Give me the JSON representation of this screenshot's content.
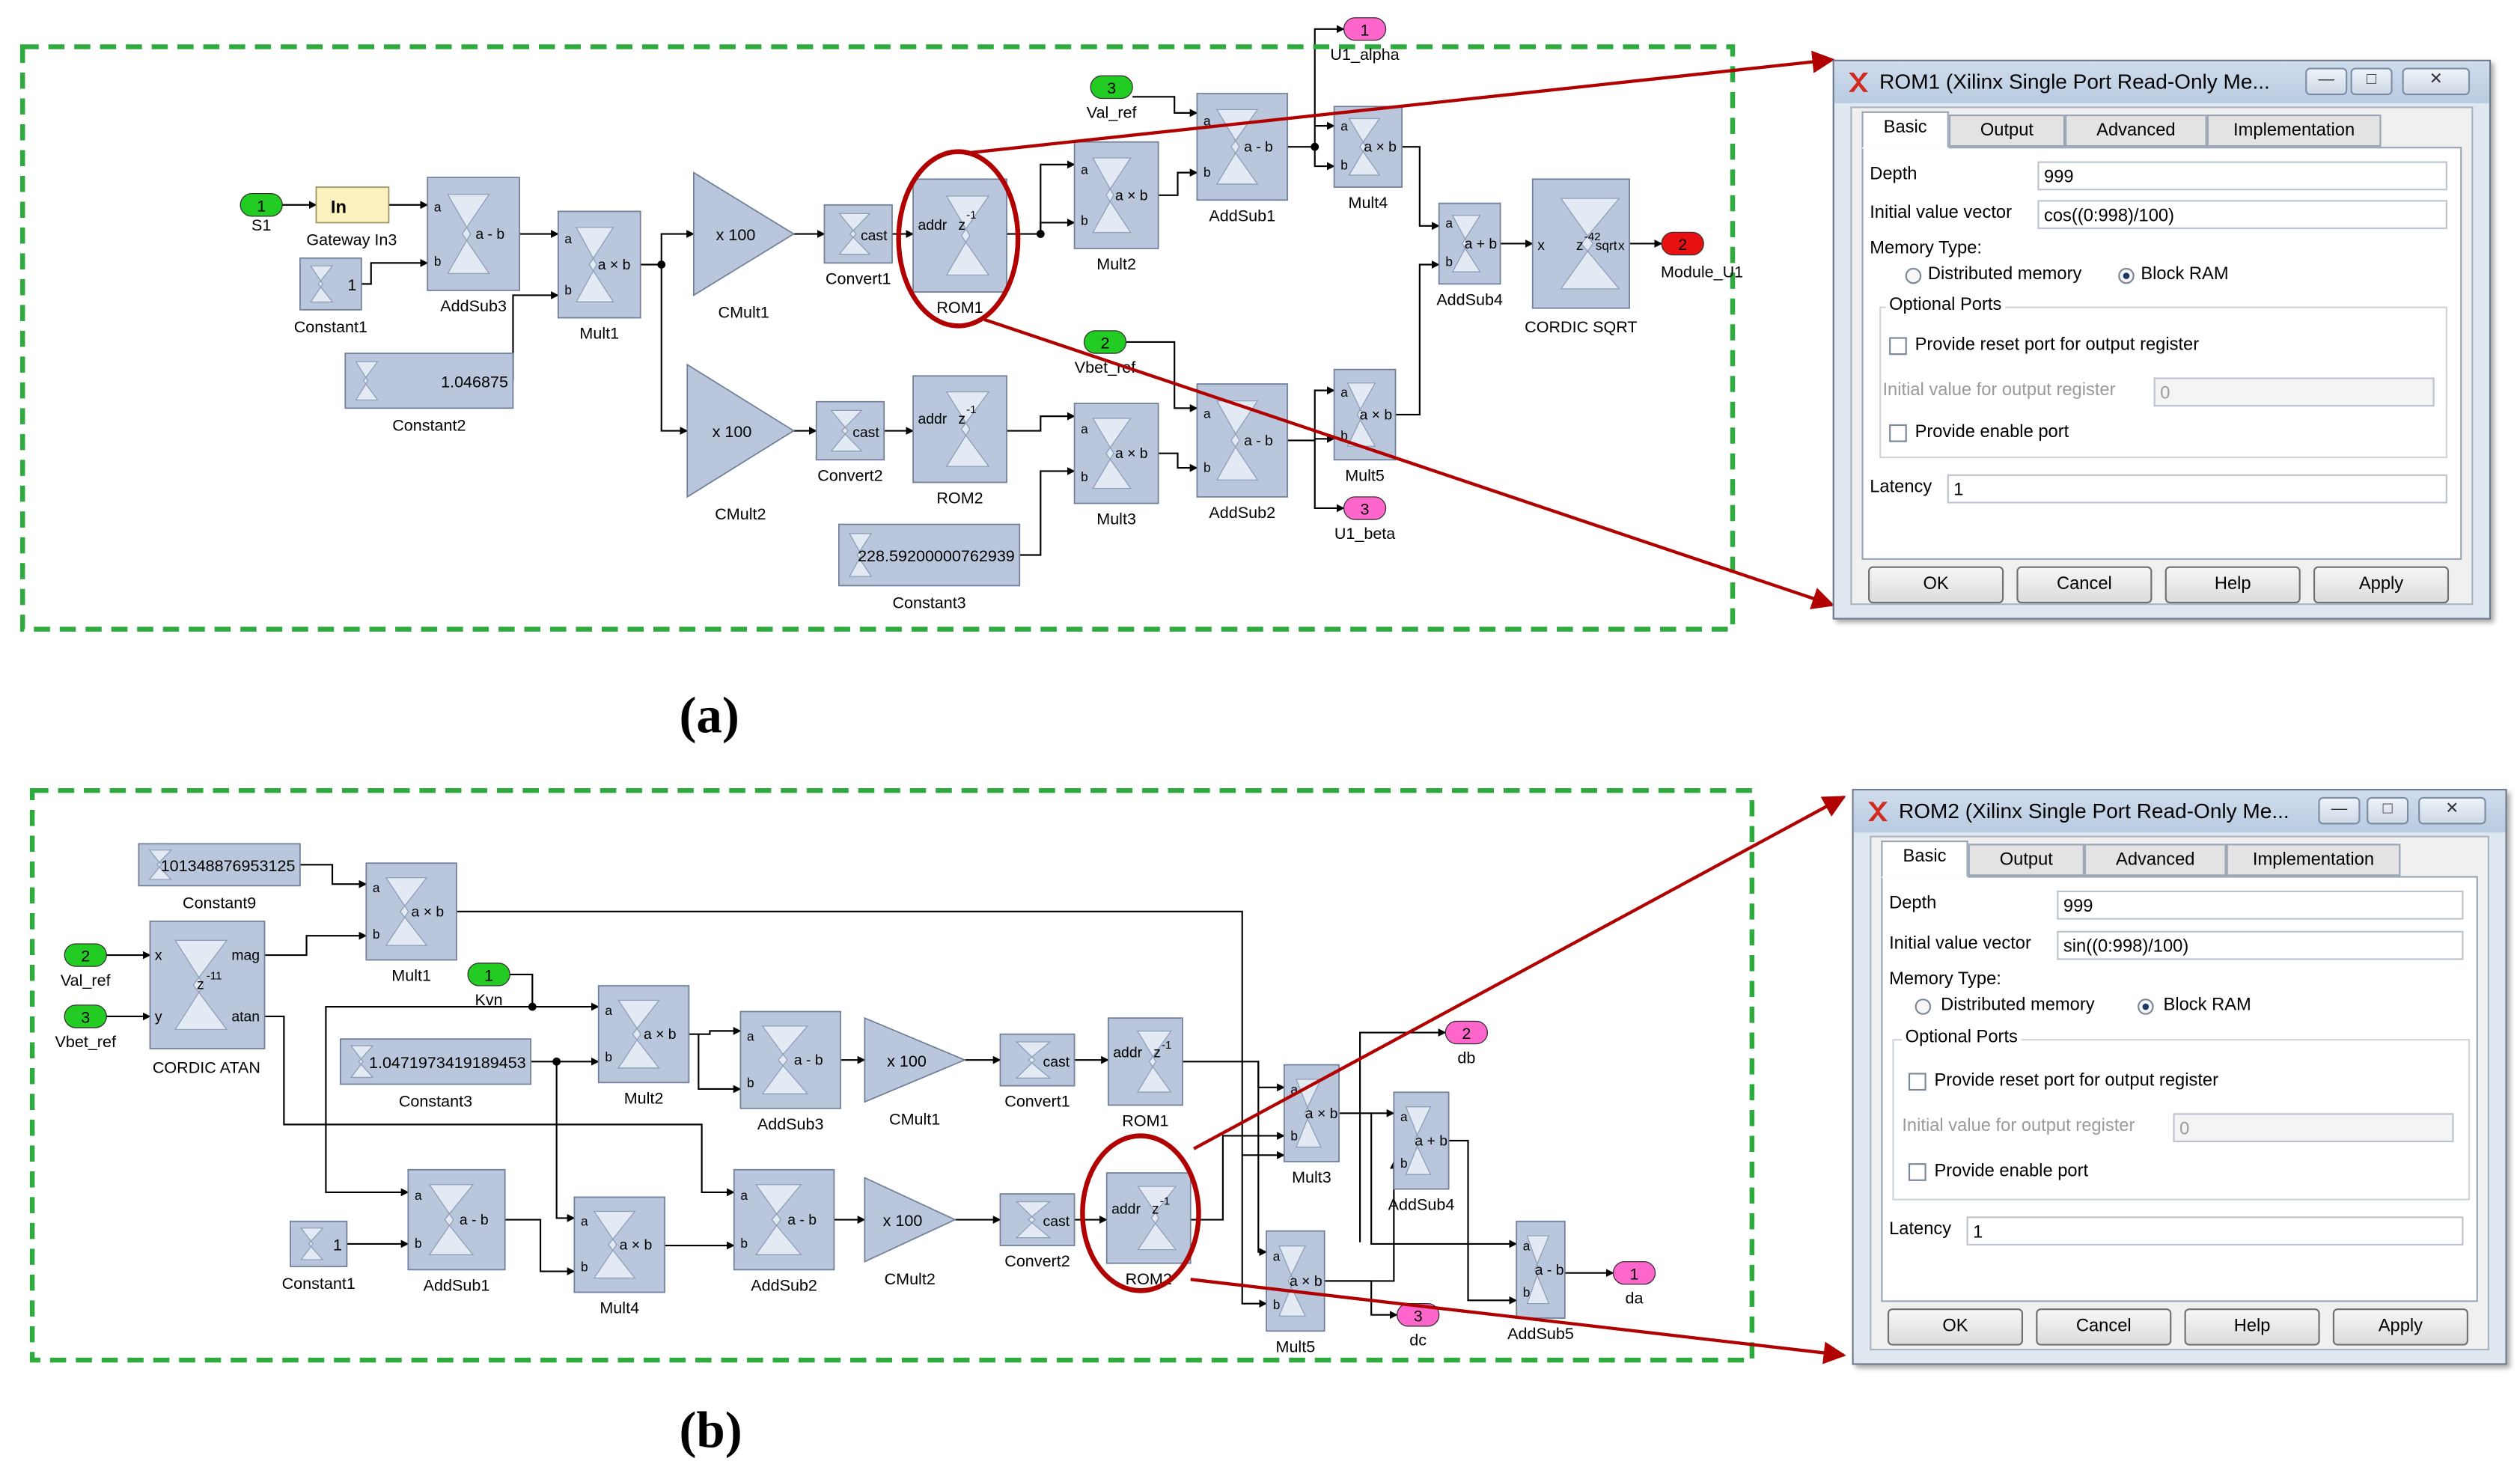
{
  "figure_labels": {
    "a": "(a)",
    "b": "(b)"
  },
  "colors": {
    "frame": "#2eaa3f",
    "accent_red": "#b00000",
    "block_fill": "#b9c6db",
    "port_in": "#22cc22",
    "port_out": "#ff66cc",
    "port_red": "#e81010"
  },
  "diagram_a": {
    "blocks": {
      "s1": "S1",
      "gateway_text": "In",
      "gateway": "Gateway In3",
      "constant1_val": "1",
      "constant1": "Constant1",
      "constant2_val": "1.046875",
      "constant2": "Constant2",
      "addsub3_op": "a - b",
      "addsub3": "AddSub3",
      "mult1_op": "a × b",
      "mult1": "Mult1",
      "cmult1_val": "x 100",
      "cmult1": "CMult1",
      "cmult2_val": "x 100",
      "cmult2": "CMult2",
      "cast": "cast",
      "convert1": "Convert1",
      "convert2": "Convert2",
      "addr": "addr",
      "rom1": "ROM1",
      "rom2": "ROM2",
      "constant3_val": "228.59200000762939",
      "constant3": "Constant3",
      "val_ref_num": "3",
      "val_ref": "Val_ref",
      "vbet_ref_num": "2",
      "vbet_ref": "Vbet_ref",
      "mult2_op": "a × b",
      "mult2": "Mult2",
      "mult3_op": "a × b",
      "mult3": "Mult3",
      "addsub1_op": "a - b",
      "addsub1": "AddSub1",
      "addsub2_op": "a - b",
      "addsub2": "AddSub2",
      "mult4_op": "a × b",
      "mult4": "Mult4",
      "mult5_op": "a × b",
      "mult5": "Mult5",
      "addsub4_op": "a + b",
      "addsub4": "AddSub4",
      "cordic_sqrt": "CORDIC SQRT",
      "cordic_sqrt_txt": "sqrt",
      "u1_alpha_num": "1",
      "u1_alpha": "U1_alpha",
      "u1_beta_num": "3",
      "u1_beta": "U1_beta",
      "module_num": "2",
      "module": "Module_U1"
    }
  },
  "diagram_b": {
    "blocks": {
      "constant9_val": "101348876953125",
      "constant9": "Constant9",
      "val_ref_num": "2",
      "val_ref": "Val_ref",
      "vbet_ref_num": "3",
      "vbet_ref": "Vbet_ref",
      "cordic_atan": "CORDIC ATAN",
      "mag": "mag",
      "atan": "atan",
      "mult1_op": "a × b",
      "mult1": "Mult1",
      "kvn_num": "1",
      "kvn": "Kvn",
      "constant3_val": "1.04719734191894 53",
      "constant3": "Constant3",
      "mult2_op": "a × b",
      "mult2": "Mult2",
      "addsub3_op": "a - b",
      "addsub3": "AddSub3",
      "cmult1_val": "x 100",
      "cmult1": "CMult1",
      "convert1": "Convert1",
      "cast": "cast",
      "addr": "addr",
      "rom1": "ROM1",
      "constant1_val": "1",
      "constant1": "Constant1",
      "addsub1_op": "a - b",
      "addsub1": "AddSub1",
      "mult4_op": "a × b",
      "mult4": "Mult4",
      "addsub2_op": "a - b",
      "addsub2": "AddSub2",
      "cmult2_val": "x 100",
      "cmult2": "CMult2",
      "convert2": "Convert2",
      "rom2": "ROM2",
      "mult3_op": "a × b",
      "mult3": "Mult3",
      "mult5_op": "a × b",
      "mult5": "Mult5",
      "addsub4_op": "a + b",
      "addsub4": "AddSub4",
      "addsub5_op": "a - b",
      "addsub5": "AddSub5",
      "db_num": "2",
      "db": "db",
      "dc_num": "3",
      "dc": "dc",
      "da_num": "1",
      "da": "da"
    }
  },
  "dialog_a": {
    "title": "ROM1 (Xilinx Single Port Read-Only Me...",
    "tabs": [
      "Basic",
      "Output",
      "Advanced",
      "Implementation"
    ],
    "depth_label": "Depth",
    "depth_value": "999",
    "init_label": "Initial value vector",
    "init_value": "cos((0:998)/100)",
    "memory_type_label": "Memory Type:",
    "opt_distributed": "Distributed memory",
    "opt_block": "Block RAM",
    "optional_ports_label": "Optional Ports",
    "reset_port": "Provide reset port for output register",
    "init_output_label": "Initial value for output register",
    "init_output_value": "0",
    "enable_port": "Provide enable port",
    "latency_label": "Latency",
    "latency_value": "1",
    "ok": "OK",
    "cancel": "Cancel",
    "help": "Help",
    "apply": "Apply"
  },
  "dialog_b": {
    "title": "ROM2 (Xilinx Single Port Read-Only Me...",
    "tabs": [
      "Basic",
      "Output",
      "Advanced",
      "Implementation"
    ],
    "depth_label": "Depth",
    "depth_value": "999",
    "init_label": "Initial value vector",
    "init_value": "sin((0:998)/100)",
    "memory_type_label": "Memory Type:",
    "opt_distributed": "Distributed memory",
    "opt_block": "Block RAM",
    "optional_ports_label": "Optional Ports",
    "reset_port": "Provide reset port for output register",
    "init_output_label": "Initial value for output register",
    "init_output_value": "0",
    "enable_port": "Provide enable port",
    "latency_label": "Latency",
    "latency_value": "1",
    "ok": "OK",
    "cancel": "Cancel",
    "help": "Help",
    "apply": "Apply"
  }
}
